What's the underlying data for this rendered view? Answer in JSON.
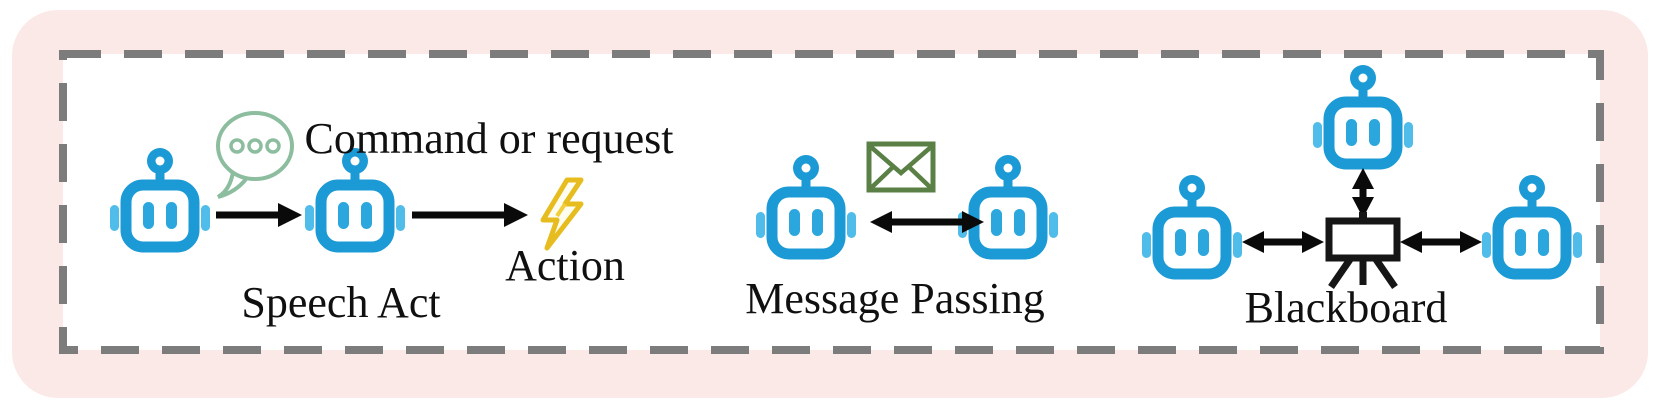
{
  "colors": {
    "background_pink": "#FBE9E7",
    "dashed_border": "#7C7C7C",
    "robot_blue": "#1B9AD5",
    "robot_blue_light": "#4FBCE9",
    "robot_eye": "#2BA7DE",
    "speech_bubble_green": "#8CBD9E",
    "envelope_green": "#5A8046",
    "lightning_yellow": "#E6BC1E",
    "easel_black": "#161616",
    "arrow_black": "#0A0A0A",
    "text_black": "#101010"
  },
  "sections": [
    {
      "id": "speech-act",
      "label": "Speech Act",
      "annotation": "Command or request",
      "action_label": "Action",
      "agent_count": 2,
      "icons": [
        "robot",
        "speech-bubble",
        "lightning-bolt"
      ]
    },
    {
      "id": "message-passing",
      "label": "Message Passing",
      "agent_count": 2,
      "icons": [
        "robot",
        "envelope"
      ]
    },
    {
      "id": "blackboard",
      "label": "Blackboard",
      "agent_count": 3,
      "icons": [
        "robot",
        "blackboard-easel"
      ]
    }
  ]
}
